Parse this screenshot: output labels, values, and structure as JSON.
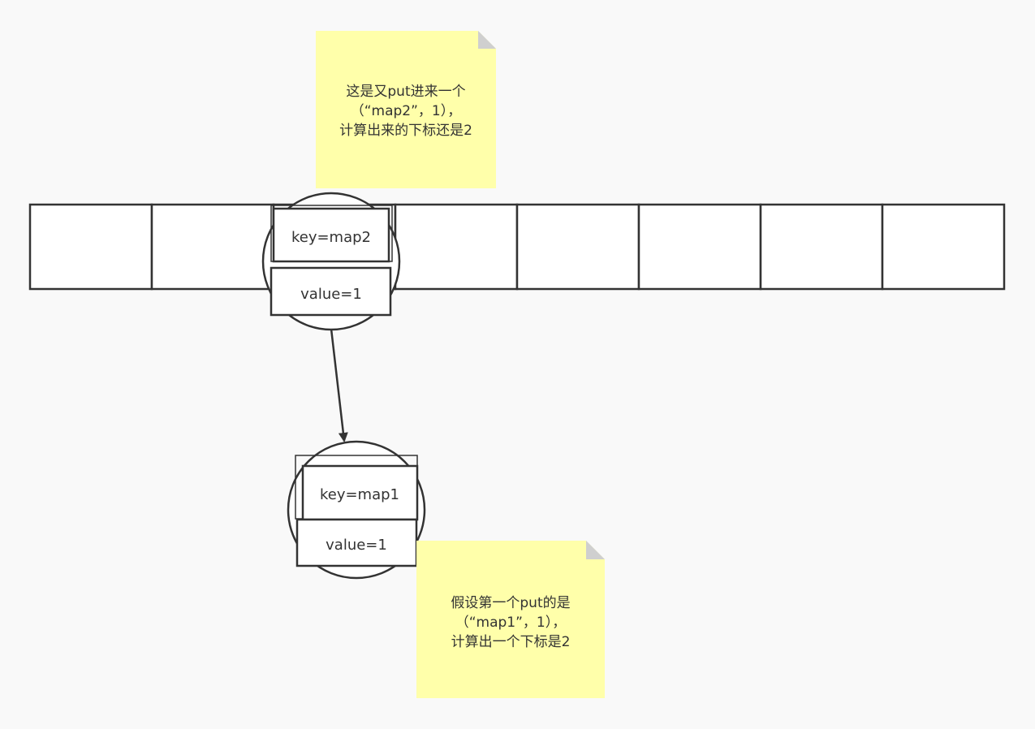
{
  "colors": {
    "background": "#f9f9f9",
    "stroke": "#333333",
    "cell_fill": "#ffffff",
    "note_fill": "#ffffaa",
    "note_fold": "#cfcfcf"
  },
  "array": {
    "slot_count": 8
  },
  "node_top": {
    "key_label": "key=map2",
    "value_label": "value=1"
  },
  "node_bottom": {
    "key_label": "key=map1",
    "value_label": "value=1"
  },
  "note_top": {
    "lines": [
      "这是又put进来一个",
      "（“map2”，1），",
      "计算出来的下标还是2"
    ]
  },
  "note_bottom": {
    "lines": [
      "假设第一个put的是",
      "（“map1”，1），",
      "计算出一个下标是2"
    ]
  }
}
